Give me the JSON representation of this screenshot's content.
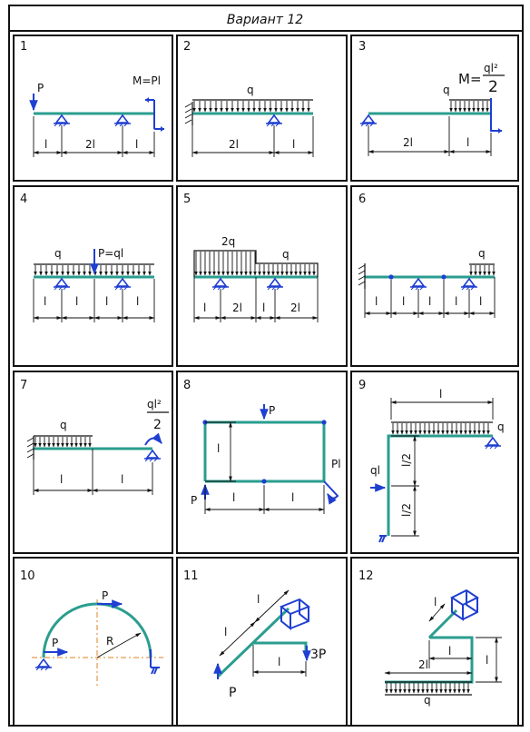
{
  "header": {
    "title": "Вариант 12"
  },
  "cells": [
    {
      "id": "1",
      "labels": {
        "p": "P",
        "m": "M=Pl",
        "d1": "l",
        "d2": "2l",
        "d3": "l"
      }
    },
    {
      "id": "2",
      "labels": {
        "q": "q",
        "d1": "2l",
        "d2": "l"
      }
    },
    {
      "id": "3",
      "labels": {
        "q": "q",
        "m": "M=",
        "num": "ql²",
        "den": "2",
        "d1": "2l",
        "d2": "l"
      }
    },
    {
      "id": "4",
      "labels": {
        "q": "q",
        "p": "P=ql",
        "d1": "l",
        "d2": "l",
        "d3": "l",
        "d4": "l"
      }
    },
    {
      "id": "5",
      "labels": {
        "q1": "2q",
        "q2": "q",
        "d1": "l",
        "d2": "2l",
        "d3": "l",
        "d4": "2l"
      }
    },
    {
      "id": "6",
      "labels": {
        "q": "q",
        "d1": "l",
        "d2": "l",
        "d3": "l",
        "d4": "l",
        "d5": "l"
      }
    },
    {
      "id": "7",
      "labels": {
        "q": "q",
        "num": "ql²",
        "den": "2",
        "d1": "l",
        "d2": "l"
      }
    },
    {
      "id": "8",
      "labels": {
        "p1": "P",
        "p2": "P",
        "m": "Pl",
        "h": "l",
        "d1": "l",
        "d2": "l"
      }
    },
    {
      "id": "9",
      "labels": {
        "q1": "q",
        "q2": "ql",
        "d1": "l",
        "h1": "l/2",
        "h2": "l/2"
      }
    },
    {
      "id": "10",
      "labels": {
        "p1": "P",
        "p2": "P",
        "r": "R"
      }
    },
    {
      "id": "11",
      "labels": {
        "p1": "P",
        "p2": "3P",
        "d1": "l",
        "d2": "l",
        "d3": "l"
      }
    },
    {
      "id": "12",
      "labels": {
        "q": "q",
        "d1": "l",
        "d2": "l",
        "d3": "2l",
        "h": "l"
      }
    }
  ]
}
